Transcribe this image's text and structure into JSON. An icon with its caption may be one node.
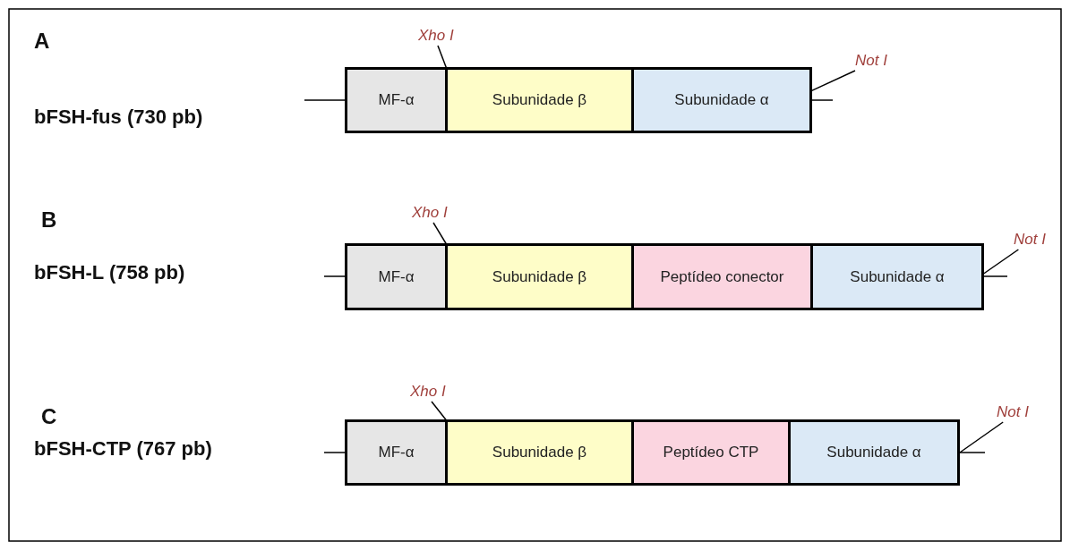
{
  "diagram": {
    "nodes": [
      {
        "text": [
          "Xho I"
        ]
      },
      {
        "text": [
          "Not I"
        ]
      },
      {
        "text": [
          "MF-α"
        ]
      },
      {
        "text": [
          "Subunidade β"
        ]
      },
      {
        "text": [
          "Subunidade α"
        ]
      },
      {
        "text": [
          "Xho I"
        ]
      },
      {
        "text": [
          "Not I"
        ]
      },
      {
        "text": [
          "MF-α"
        ]
      },
      {
        "text": [
          "Subunidade β"
        ]
      },
      {
        "text": [
          "Peptídeo conector"
        ]
      },
      {
        "text": [
          "Subunidade α"
        ]
      },
      {
        "text": [
          "Xho I"
        ]
      },
      {
        "text": [
          "Not I"
        ]
      },
      {
        "text": [
          "MF-α"
        ]
      },
      {
        "text": [
          "Subunidade β"
        ]
      },
      {
        "text": [
          "Peptídeo CTP"
        ]
      },
      {
        "text": [
          "Subunidade α"
        ]
      }
    ],
    "edges": [
      {
        "from": 0,
        "to": 2,
        "arrow": "none"
      },
      {
        "from": 1,
        "to": 4,
        "arrow": "none"
      },
      {
        "from": 5,
        "to": 7,
        "arrow": "none"
      },
      {
        "from": 6,
        "to": 10,
        "arrow": "none"
      },
      {
        "from": 11,
        "to": 13,
        "arrow": "none"
      },
      {
        "from": 12,
        "to": 16,
        "arrow": "none"
      }
    ],
    "labels": [
      "A",
      "bFSH-fus (730 pb)",
      "B",
      "bFSH-L (758 pb)",
      "C",
      "bFSH-CTP (767 pb)"
    ]
  }
}
